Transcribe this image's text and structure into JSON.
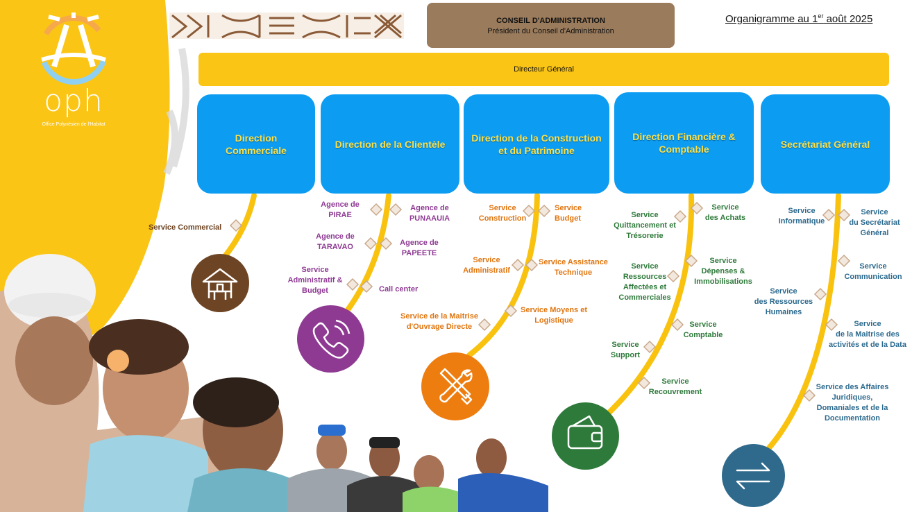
{
  "logo": {
    "wordmark": "oph",
    "subtitle": "Office Polynésien de l'Habitat"
  },
  "header": {
    "ca_title": "CONSEIL D'ADMINISTRATION",
    "ca_subtitle": "Président du Conseil d'Administration",
    "date_prefix": "Organigramme au 1",
    "date_sup": "er",
    "date_suffix": " août 2025"
  },
  "dg": {
    "label": "Directeur Général"
  },
  "directions": [
    {
      "label": "Direction\nCommerciale"
    },
    {
      "label": "Direction de la Clientèle"
    },
    {
      "label": "Direction de la Construction\net du Patrimoine"
    },
    {
      "label": "Direction Financière &\nComptable"
    },
    {
      "label": "Secrétariat Général"
    }
  ],
  "services": {
    "commerciale": [
      "Service Commercial"
    ],
    "clientele": [
      "Agence de\nPIRAE",
      "Agence de\nPUNAAUIA",
      "Agence de\nTARAVAO",
      "Agence de\nPAPEETE",
      "Service\nAdministratif &\nBudget",
      "Call center"
    ],
    "construction": [
      "Service\nConstruction",
      "Service\nBudget",
      "Service\nAdministratif",
      "Service Assistance\nTechnique",
      "Service de la Maitrise\nd'Ouvrage Directe",
      "Service Moyens et\nLogistique"
    ],
    "financiere": [
      "Service\nQuittancement et\nTrésorerie",
      "Service\ndes Achats",
      "Service\nRessources\nAffectées et\nCommerciales",
      "Service\nDépenses &\nImmobilisations",
      "Service\nComptable",
      "Service\nSupport",
      "Service\nRecouvrement"
    ],
    "secretariat": [
      "Service\nInformatique",
      "Service\ndu Secrétariat\nGénéral",
      "Service\nCommunication",
      "Service\ndes Ressources\nHumaines",
      "Service\nde la Maitrise des\nactivités et de la Data",
      "Service des Affaires\nJuridiques,\nDomaniales et de la\nDocumentation"
    ]
  },
  "icons": [
    "house-icon",
    "phone-icon",
    "tools-icon",
    "wallet-icon",
    "exchange-icon"
  ],
  "colors": {
    "accent_yellow": "#fbc515",
    "direction_blue": "#0c9cf2",
    "direction_text": "#fbe04a",
    "ca_brown": "#9a7b5c",
    "commerciale": "#6e4524",
    "clientele": "#8e3a93",
    "construction": "#e0750f",
    "financiere": "#2f7a3b",
    "secretariat": "#2c6a8e"
  }
}
